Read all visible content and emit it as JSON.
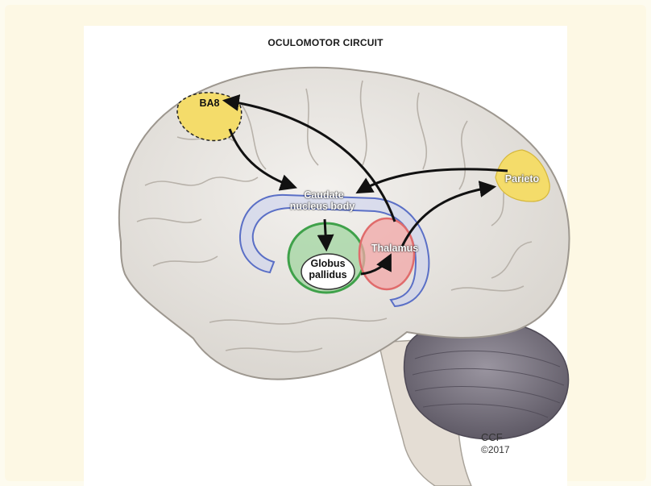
{
  "diagram": {
    "title": "OCULOMOTOR CIRCUIT",
    "labels": {
      "ba8": "BA8",
      "parieto": "Parieto",
      "caudate_line1": "Caudate",
      "caudate_line2": "nucleus body",
      "thalamus": "Thalamus",
      "globus_line1": "Globus",
      "globus_line2": "pallidus"
    },
    "credit": {
      "org": "CCF",
      "year": "©2017"
    }
  },
  "colors": {
    "background": "#fdf8e4",
    "brain": "#ece9e4",
    "region_yellow": "#f4dc6a",
    "caudate_blue": "#5a6fc6",
    "globus_green": "#3fa14a",
    "thalamus_red": "#e06b6b",
    "cerebellum": "#7f7a85"
  }
}
